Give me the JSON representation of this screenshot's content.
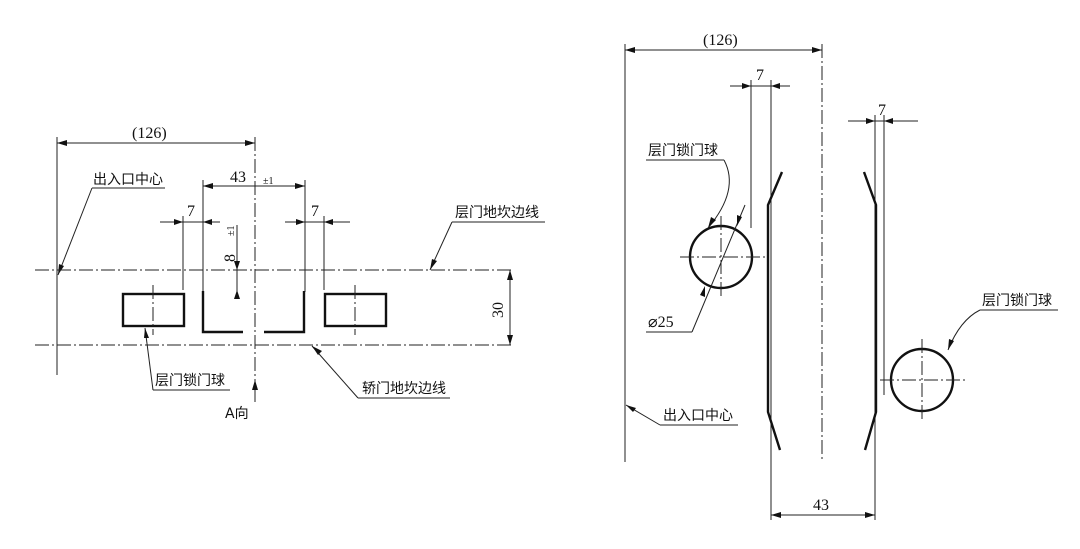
{
  "left_view": {
    "dim_overall": "(126)",
    "label_entrance_center": "出入口中心",
    "dim_center_span": "43",
    "tolerance_pm1": "±1",
    "label_landing_sill_edge": "层门地坎边线",
    "dim_width_left": "7",
    "dim_width_right": "7",
    "dim_depth": "8",
    "tolerance_depth": "±1",
    "dim_gap": "30",
    "label_lock_roller": "层门锁门球",
    "label_car_sill_edge": "轿门地坎边线",
    "label_view_a": "A向"
  },
  "right_view": {
    "dim_overall": "(126)",
    "dim_width_1": "7",
    "dim_width_2": "7",
    "label_lock_roller_top": "层门锁门球",
    "label_diameter": "⌀25",
    "label_lock_roller_right": "层门锁门球",
    "label_entrance_center": "出入口中心",
    "dim_bottom_span": "43"
  }
}
